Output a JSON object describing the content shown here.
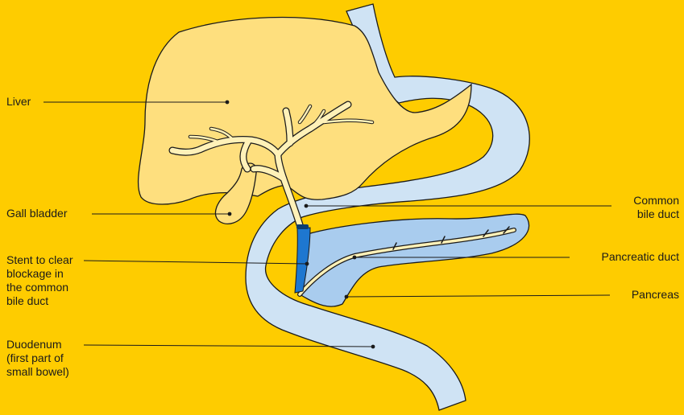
{
  "colors": {
    "background": "#FECC00",
    "liver": "#FEDF7E",
    "bile_duct": "#FFF1B8",
    "stomach": "#CFE3F4",
    "pancreas": "#A9CCEE",
    "stent": "#1E77D0",
    "outline": "#1A1A1A"
  },
  "labels": {
    "liver": "Liver",
    "gall_bladder": "Gall bladder",
    "stent": "Stent to clear\nblockage in\nthe common\nbile duct",
    "duodenum": "Duodenum\n(first part of\nsmall bowel)",
    "common_bile_duct": "Common\nbile duct",
    "pancreatic_duct": "Pancreatic duct",
    "pancreas": "Pancreas"
  }
}
